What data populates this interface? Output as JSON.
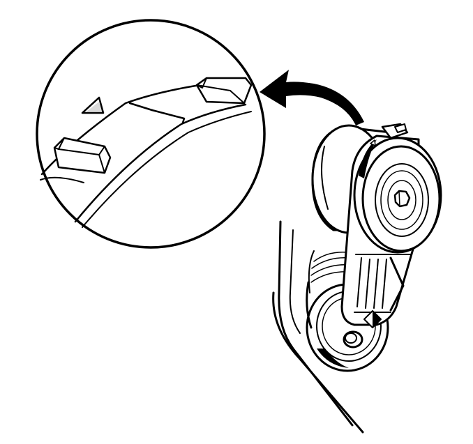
{
  "figure": {
    "colors": {
      "line": "#000000",
      "background": "#ffffff"
    },
    "components": [
      "belt-tensioner",
      "tensioner-pulley",
      "pulley-bolt",
      "tensioner-arm",
      "tensioner-base",
      "alignment-mark",
      "magnified-detail-callout",
      "direction-arrow",
      "lower-pulley",
      "engine-bracket"
    ]
  }
}
